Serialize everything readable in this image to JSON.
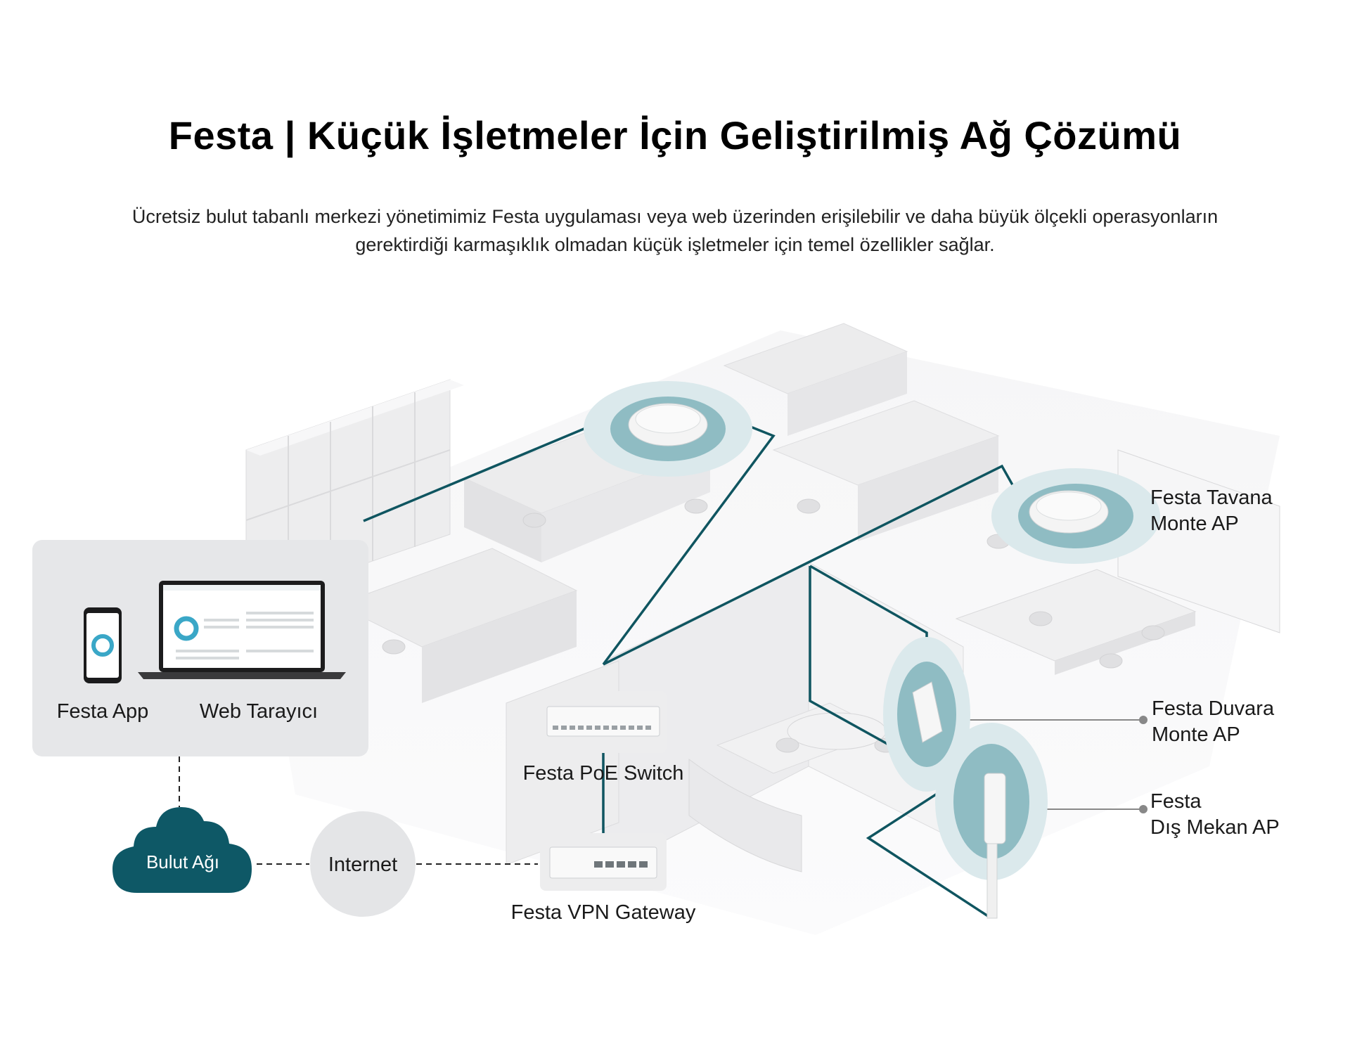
{
  "header": {
    "title": "Festa | Küçük İşletmeler İçin Geliştirilmiş Ağ Çözümü",
    "subtitle": "Ücretsiz bulut tabanlı merkezi yönetimimiz Festa uygulaması veya web üzerinden erişilebilir ve daha büyük ölçekli operasyonların gerektirdiği karmaşıklık olmadan küçük işletmeler için temel özellikler sağlar."
  },
  "clients": {
    "app_label": "Festa App",
    "web_label": "Web Tarayıcı"
  },
  "cloud": {
    "label": "Bulut Ağı"
  },
  "internet": {
    "label": "Internet"
  },
  "devices": {
    "switch_label": "Festa PoE Switch",
    "gateway_label": "Festa VPN Gateway",
    "ceiling_ap_line1": "Festa Tavana",
    "ceiling_ap_line2": "Monte AP",
    "wall_ap_line1": "Festa Duvara",
    "wall_ap_line2": "Monte AP",
    "outdoor_ap_line1": "Festa",
    "outdoor_ap_line2": "Dış Mekan AP"
  },
  "colors": {
    "link_line": "#0f5560",
    "cloud_fill": "#0e5866",
    "signal_outer": "#d6e8ec",
    "signal_inner": "#7fb4bc",
    "panel_bg": "#e6e7e9",
    "internet_bg": "#e4e5e7"
  }
}
